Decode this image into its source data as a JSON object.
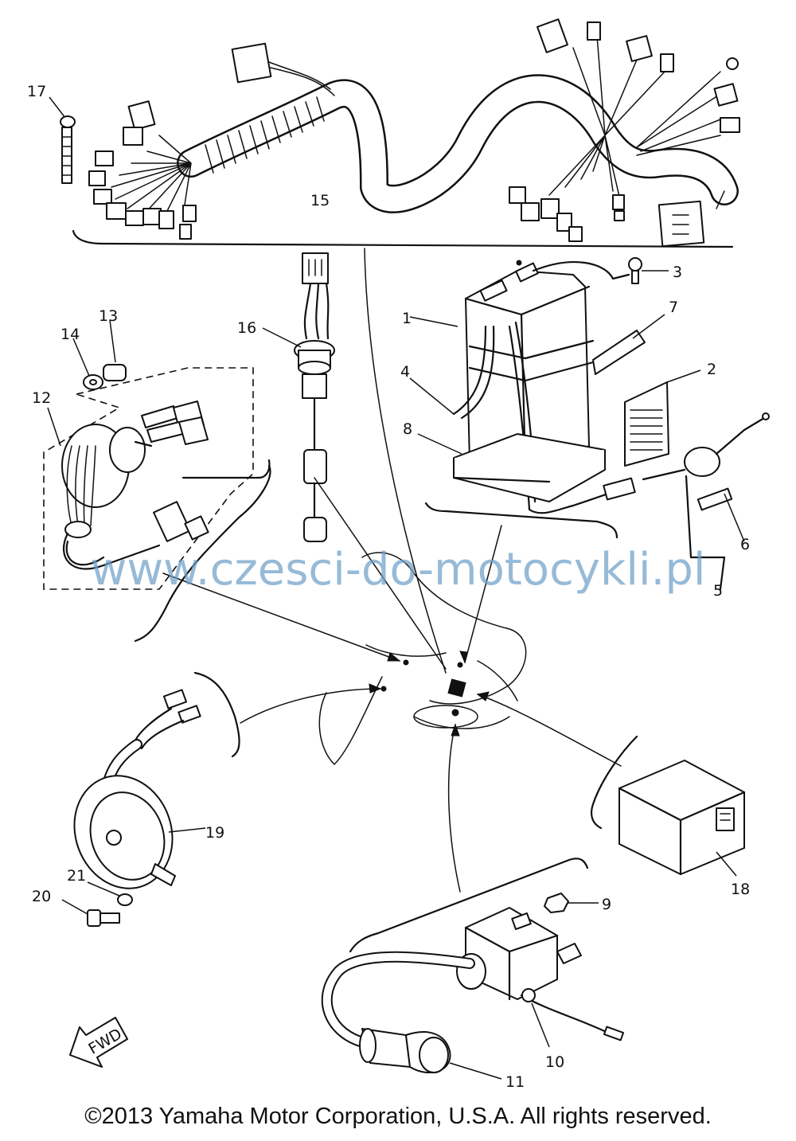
{
  "diagram": {
    "callouts": [
      {
        "id": "1",
        "label": "1"
      },
      {
        "id": "2",
        "label": "2"
      },
      {
        "id": "3",
        "label": "3"
      },
      {
        "id": "4",
        "label": "4"
      },
      {
        "id": "5",
        "label": "5"
      },
      {
        "id": "6",
        "label": "6"
      },
      {
        "id": "7",
        "label": "7"
      },
      {
        "id": "8",
        "label": "8"
      },
      {
        "id": "9",
        "label": "9"
      },
      {
        "id": "10",
        "label": "10"
      },
      {
        "id": "11",
        "label": "11"
      },
      {
        "id": "12",
        "label": "12"
      },
      {
        "id": "13",
        "label": "13"
      },
      {
        "id": "14",
        "label": "14"
      },
      {
        "id": "15",
        "label": "15"
      },
      {
        "id": "16",
        "label": "16"
      },
      {
        "id": "17",
        "label": "17"
      },
      {
        "id": "18",
        "label": "18"
      },
      {
        "id": "19",
        "label": "19"
      },
      {
        "id": "20",
        "label": "20"
      },
      {
        "id": "21",
        "label": "21"
      }
    ],
    "fwd_label": "FWD"
  },
  "watermark": "www.czesci-do-motocykli.pl",
  "copyright": "©2013 Yamaha Motor Corporation, U.S.A. All rights reserved."
}
